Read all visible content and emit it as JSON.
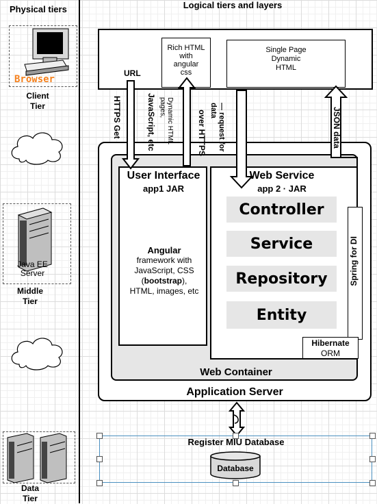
{
  "physical_tiers": {
    "header": "Physical tiers",
    "browser_label": "Browser",
    "client_tier": "Client\nTier",
    "javaee_label": "Java EE\nServer",
    "middle_tier": "Middle\nTier",
    "data_tier": "Data\nTier"
  },
  "logical": {
    "header": "Logical tiers and layers",
    "rich_html": "Rich HTML\nwith\nangular\ncss",
    "spa": "Single Page\nDynamic\nHTML",
    "url": "URL",
    "https_get": "HTTPS Get",
    "dynamic_html": "Dynamic HTML\npages,",
    "javascript_etc": "JavaScript, etc",
    "request_data": "— request for\ndata",
    "over_https": "over HTTPS",
    "json_data": "JSON data"
  },
  "ui": {
    "title": "User Interface",
    "jar": "app1  JAR",
    "angular_title": "Angular",
    "angular_body": "framework with JavaScript, CSS",
    "bootstrap": "bootstrap",
    "angular_rest": "HTML, images, etc"
  },
  "ws": {
    "title": "Web Service",
    "jar": "app 2 · JAR",
    "layers": [
      "Controller",
      "Service",
      "Repository",
      "Entity"
    ],
    "spring": "Spring for DI",
    "hibernate_title": "Hibernate",
    "hibernate_sub": "ORM"
  },
  "containers": {
    "web_container": "Web Container",
    "app_server": "Application Server"
  },
  "database": {
    "title": "Register MIU Database",
    "cylinder": "Database"
  },
  "colors": {
    "browser_orange": "#f5821f",
    "layer_gray": "#e6e6e6",
    "container_gray": "#e6e6e6"
  }
}
